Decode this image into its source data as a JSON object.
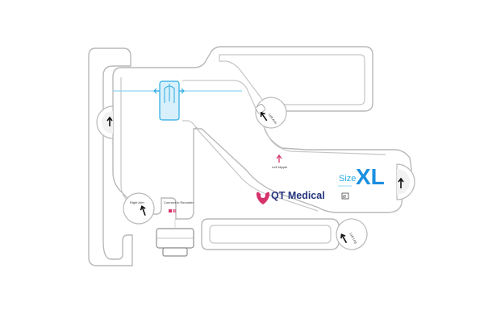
{
  "brand": {
    "name": "QT Medical",
    "logo_icon": "heart-qt-logo-icon",
    "logo_color": "#d6336c",
    "text_color": "#25347d"
  },
  "size": {
    "label": "Size",
    "value": "XL",
    "color": "#1b8fe0"
  },
  "electrodes": {
    "right_arm": "Right Arm",
    "left_arm": "Left Arm",
    "left_leg": "Left Leg",
    "connector": "Connect to Recorder",
    "left_nipple": "Left Nipple"
  },
  "accent_color": "#29abe2",
  "marker_color": "#d6336c"
}
